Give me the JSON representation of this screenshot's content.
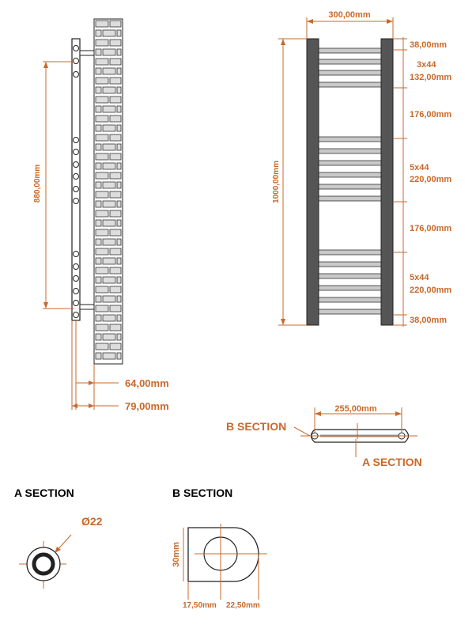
{
  "colors": {
    "dimension": "#c8692b",
    "outline": "#222222",
    "rail": "#555555",
    "bar": "#c9c9c9",
    "brick_fill": "#dddddd",
    "wall_fill": "#ffffff"
  },
  "side_view": {
    "height_label": "880,00mm",
    "depth_wall_label": "64,00mm",
    "depth_total_label": "79,00mm"
  },
  "front_view": {
    "width_label": "300,00mm",
    "height_label": "1000,00mm",
    "top_gap_label": "38,00mm",
    "group1_count_label": "3x44",
    "group1_size_label": "132,00mm",
    "gap1_label": "176,00mm",
    "group2_count_label": "5x44",
    "group2_size_label": "220,00mm",
    "gap2_label": "176,00mm",
    "group3_count_label": "5x44",
    "group3_size_label": "220,00mm",
    "bottom_gap_label": "38,00mm"
  },
  "top_view": {
    "b_section_label": "B SECTION",
    "center_label": "255,00mm",
    "a_section_label": "A SECTION"
  },
  "section_a": {
    "title": "A SECTION",
    "diameter_label": "Ø22"
  },
  "section_b": {
    "title": "B SECTION",
    "height_label": "30mm",
    "left_label": "17,50mm",
    "right_label": "22,50mm"
  }
}
